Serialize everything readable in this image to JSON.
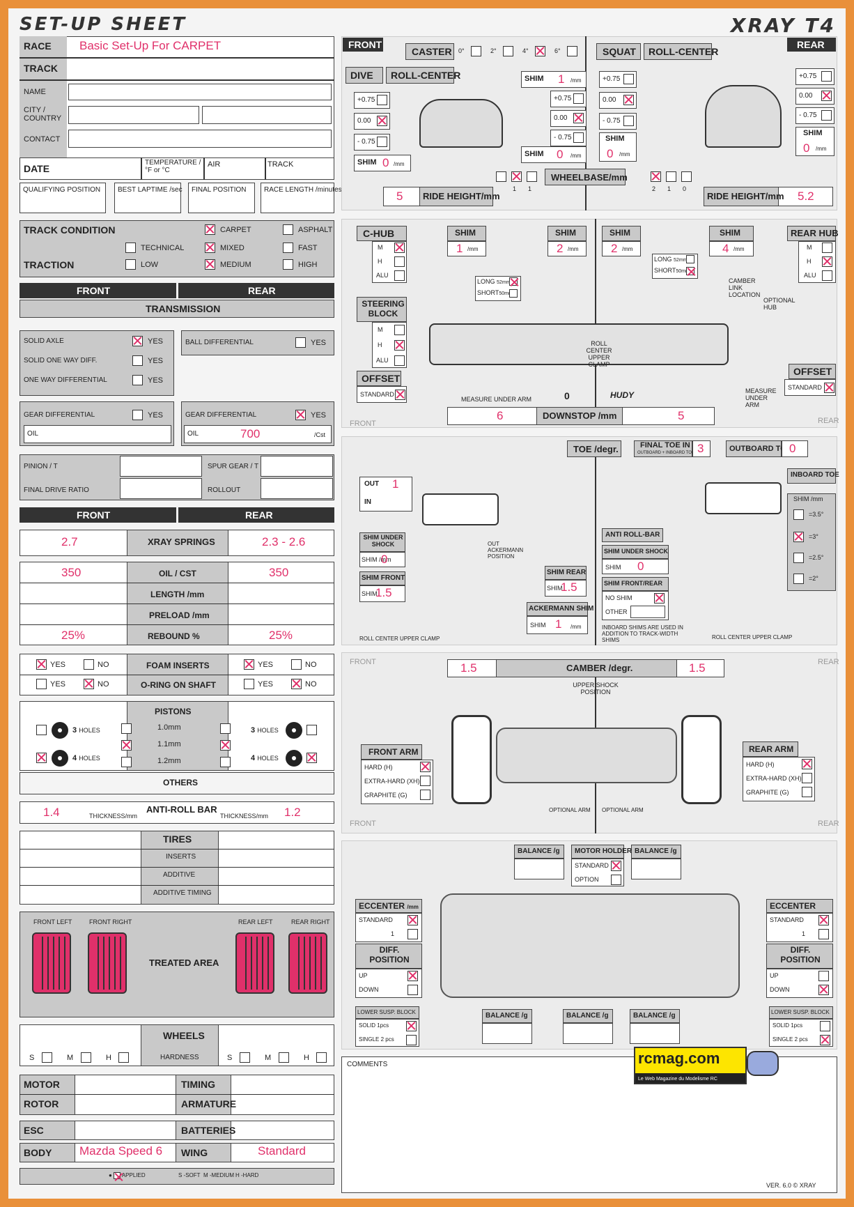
{
  "header": {
    "title": "SET-UP SHEET",
    "brand": "XRAY T4"
  },
  "info": {
    "race_label": "RACE",
    "race_value": "Basic Set-Up For CARPET",
    "track_label": "TRACK",
    "name_label": "NAME",
    "city_label": "CITY / COUNTRY",
    "contact_label": "CONTACT",
    "date_label": "DATE",
    "temp_label": "TEMPERATURE / °F or °C",
    "air_label": "AIR",
    "track2_label": "TRACK",
    "qual_label": "QUALIFYING POSITION",
    "laptime_label": "BEST LAPTIME /sec",
    "final_label": "FINAL POSITION",
    "length_label": "RACE LENGTH /minutes"
  },
  "track_condition": {
    "label": "TRACK CONDITION",
    "traction_label": "TRACTION",
    "carpet": "CARPET",
    "asphalt": "ASPHALT",
    "technical": "TECHNICAL",
    "mixed": "MIXED",
    "fast": "FAST",
    "low": "LOW",
    "medium": "MEDIUM",
    "high": "HIGH"
  },
  "transmission": {
    "front": "FRONT",
    "rear": "REAR",
    "title": "TRANSMISSION",
    "solid_axle": "SOLID AXLE",
    "solid_ow": "SOLID ONE WAY DIFF.",
    "one_way": "ONE WAY DIFFERENTIAL",
    "ball_diff": "BALL DIFFERENTIAL",
    "gear_diff": "GEAR DIFFERENTIAL",
    "yes": "YES",
    "oil": "OIL",
    "oil_rear_value": "700",
    "cst": "/Cst",
    "pinion": "PINION / T",
    "spur": "SPUR GEAR / T",
    "fdr": "FINAL DRIVE RATIO",
    "rollout": "ROLLOUT"
  },
  "springs": {
    "front": "FRONT",
    "rear": "REAR",
    "xray_springs": "XRAY SPRINGS",
    "front_springs": "2.7",
    "rear_springs": "2.3 - 2.6",
    "oil_cst": "OIL / CST",
    "front_oil": "350",
    "rear_oil": "350",
    "length": "LENGTH /mm",
    "preload": "PRELOAD /mm",
    "rebound": "REBOUND %",
    "front_rebound": "25%",
    "rear_rebound": "25%",
    "foam_inserts": "FOAM INSERTS",
    "oring": "O-RING ON SHAFT",
    "yes": "YES",
    "no": "NO",
    "pistons": "PISTONS",
    "holes3": "3",
    "holes4": "4",
    "holes": "HOLES",
    "p10": "1.0mm",
    "p11": "1.1mm",
    "p12": "1.2mm",
    "others": "OTHERS",
    "arb": "ANTI-ROLL BAR",
    "thickness": "THICKNESS/mm",
    "arb_front": "1.4",
    "arb_rear": "1.2"
  },
  "tires": {
    "title": "TIRES",
    "inserts": "INSERTS",
    "additive": "ADDITIVE",
    "timing": "ADDITIVE TIMING",
    "fl": "FRONT LEFT",
    "fr": "FRONT RIGHT",
    "rl": "REAR LEFT",
    "rr": "REAR RIGHT",
    "treated": "TREATED AREA"
  },
  "wheels": {
    "title": "WHEELS",
    "hardness": "HARDNESS",
    "s": "S",
    "m": "M",
    "h": "H"
  },
  "electrics": {
    "motor": "MOTOR",
    "rotor": "ROTOR",
    "timing": "TIMING",
    "armature": "ARMATURE",
    "esc": "ESC",
    "batteries": "BATTERIES",
    "body": "BODY",
    "body_value": "Mazda Speed 6",
    "wing": "WING",
    "wing_value": "Standard",
    "legend_applied": "APPLIED",
    "legend_s": "S -SOFT",
    "legend_m": "M -MEDIUM",
    "legend_h": "H -HARD"
  },
  "geometry": {
    "front": "FRONT",
    "rear": "REAR",
    "caster": "CASTER",
    "c0": "0°",
    "c2": "2°",
    "c4": "4°",
    "c6": "6°",
    "dive": "DIVE",
    "roll_center": "ROLL-CENTER",
    "squat": "SQUAT",
    "shim": "SHIM",
    "mm": "/mm",
    "p075": "+0.75",
    "z000": "0.00",
    "m075": "- 0.75",
    "shim_front_top": "1",
    "shim_front_bottom": "0",
    "shim_front_dive": "0",
    "shim_rear_squat": "0",
    "shim_rear_rc": "0",
    "wheelbase": "WHEELBASE/mm",
    "ride_height": "RIDE HEIGHT/mm",
    "rh_front": "5",
    "rh_rear": "5.2",
    "wb1": "1",
    "wb2": "1",
    "wb3": "2",
    "wb4": "1",
    "wb5": "0"
  },
  "hub": {
    "chub": "C-HUB",
    "m": "M",
    "h": "H",
    "alu": "ALU",
    "shim": "SHIM",
    "mm": "/mm",
    "shim_a": "1",
    "shim_b": "2",
    "shim_c": "2",
    "shim_d": "4",
    "long": "LONG",
    "short": "SHORT",
    "n52": "52mm",
    "n50": "50mm",
    "steering": "STEERING BLOCK",
    "offset": "OFFSET",
    "standard": "STANDARD",
    "rear_hub": "REAR HUB",
    "camber_link": "CAMBER LINK LOCATION",
    "optional_hub": "OPTIONAL HUB",
    "rc_upper": "ROLL CENTER UPPER CLAMP",
    "measure": "MEASURE UNDER ARM",
    "downstop": "DOWNSTOP /mm",
    "ds_front": "6",
    "ds_rear": "5",
    "hudy": "HUDY",
    "zero": "0"
  },
  "toe": {
    "toe": "TOE /degr.",
    "final_toe": "FINAL TOE IN",
    "final_toe_sub": "OUTBOARD + INBOARD TOE",
    "final_toe_value": "3",
    "outboard": "OUTBOARD TOE",
    "outboard_value": "0",
    "inboard": "INBOARD TOE",
    "out": "OUT",
    "in": "IN",
    "out_value": "1",
    "shim_under_shock": "SHIM UNDER SHOCK",
    "shim_front": "SHIM FRONT",
    "shim_rear": "SHIM REAR",
    "ackermann": "ACKERMANN SHIM",
    "anti_roll": "ANTI ROLL-BAR",
    "shim_front_rear": "SHIM FRONT/REAR",
    "no_shim": "NO SHIM",
    "other": "OTHER",
    "inboard_note": "INBOARD SHIMS ARE USED IN ADDITION TO TRACK-WIDTH SHIMS",
    "sus_front": "0",
    "sf_front": "1.5",
    "sr_front": "1.5",
    "ack_value": "1",
    "sus_rear": "0",
    "a35": "=3.5°",
    "a3": "=3°",
    "a25": "=2.5°",
    "a2": "=2°",
    "shim_mm": "SHIM /mm",
    "rc_upper": "ROLL CENTER UPPER CLAMP",
    "out_ack": "OUT ACKERMANN POSITION"
  },
  "camber": {
    "title": "CAMBER /degr.",
    "front_value": "1.5",
    "rear_value": "1.5",
    "upper_shock": "UPPER SHOCK POSITION",
    "front_arm": "FRONT ARM",
    "rear_arm": "REAR ARM",
    "hard": "HARD (H)",
    "extra_hard": "EXTRA-HARD (XH)",
    "graphite": "GRAPHITE (G)",
    "optional_arm": "OPTIONAL ARM",
    "front": "FRONT",
    "rear": "REAR"
  },
  "chassis": {
    "balance": "BALANCE /g",
    "motor_holder": "MOTOR HOLDER",
    "standard": "STANDARD",
    "option": "OPTION",
    "eccenter": "ECCENTER",
    "mm": "/mm",
    "one": "1",
    "diff_position": "DIFF. POSITION",
    "up": "UP",
    "down": "DOWN",
    "lower_susp": "LOWER SUSP. BLOCK",
    "solid": "SOLID 1pcs",
    "single": "SINGLE 2 pcs"
  },
  "comments": {
    "label": "COMMENTS"
  },
  "footer": {
    "logo": "rcmag.com",
    "logo_sub": "Le Web Magazine du Modelisme RC",
    "version": "VER. 6.0",
    "copyright": "©",
    "xray": "XRAY"
  }
}
